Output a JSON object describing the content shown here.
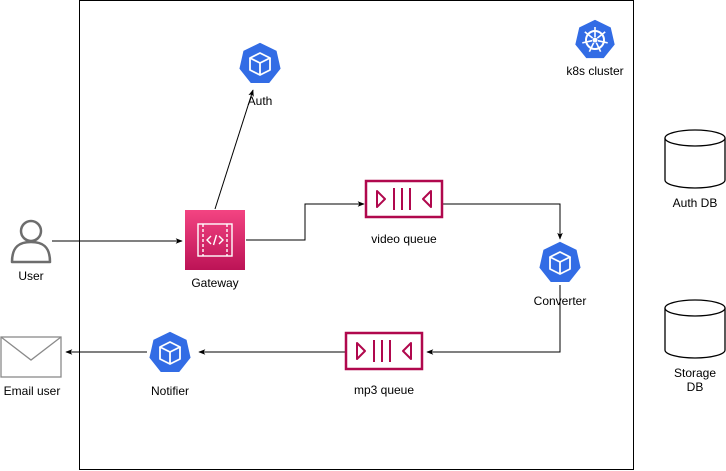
{
  "cluster": {
    "label": "k8s cluster"
  },
  "nodes": {
    "user": {
      "label": "User",
      "icon": "user-icon"
    },
    "email_user": {
      "label": "Email user",
      "icon": "envelope-icon"
    },
    "gateway": {
      "label": "Gateway",
      "icon": "api-gateway-icon"
    },
    "auth": {
      "label": "Auth",
      "icon": "kubernetes-pod-icon"
    },
    "video_queue": {
      "label": "video queue",
      "icon": "message-queue-icon"
    },
    "converter": {
      "label": "Converter",
      "icon": "kubernetes-pod-icon"
    },
    "mp3_queue": {
      "label": "mp3 queue",
      "icon": "message-queue-icon"
    },
    "notifier": {
      "label": "Notifier",
      "icon": "kubernetes-pod-icon"
    },
    "auth_db": {
      "label": "Auth DB",
      "icon": "database-icon"
    },
    "storage_db": {
      "label_line1": "Storage",
      "label_line2": "DB",
      "icon": "database-icon"
    }
  },
  "edges": [
    {
      "from": "user",
      "to": "gateway"
    },
    {
      "from": "gateway",
      "to": "auth"
    },
    {
      "from": "gateway",
      "to": "video_queue"
    },
    {
      "from": "video_queue",
      "to": "converter"
    },
    {
      "from": "converter",
      "to": "mp3_queue"
    },
    {
      "from": "mp3_queue",
      "to": "notifier"
    },
    {
      "from": "notifier",
      "to": "email_user"
    }
  ],
  "colors": {
    "k8s_blue": "#326CE5",
    "queue_magenta": "#B0084D",
    "gateway_gradient_top": "#F34482",
    "gateway_gradient_bottom": "#BC1356",
    "icon_gray": "#6d6d6d",
    "line": "#000000"
  }
}
